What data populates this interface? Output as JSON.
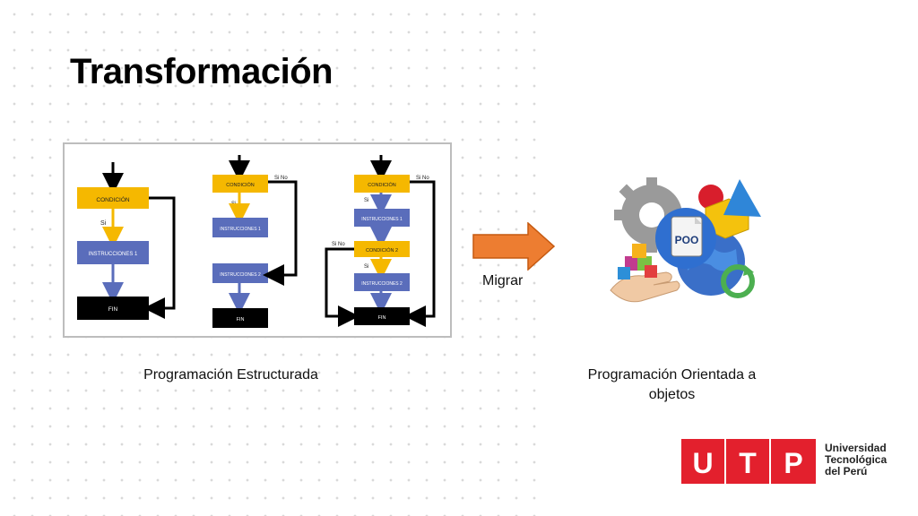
{
  "slide": {
    "title": "Transformación",
    "caption_left": "Programación Estructurada",
    "caption_right_line1": "Programación Orientada a",
    "caption_right_line2": "objetos",
    "arrow_label": "Migrar"
  },
  "flowcharts": {
    "condicion": "CONDICIÓN",
    "condicion2": "CONDICIÓN 2",
    "si": "Si",
    "si_no": "Si No",
    "instrucciones1": "INSTRUCCIONES 1",
    "instrucciones2": "INSTRUCCIONES 2",
    "fin": "FIN"
  },
  "oop": {
    "badge": "POO"
  },
  "logo": {
    "letters": [
      "U",
      "T",
      "P"
    ],
    "name_line1": "Universidad",
    "name_line2": "Tecnológica",
    "name_line3": "del Perú",
    "brand_red": "#e3202d"
  },
  "colors": {
    "condition_box": "#f5b800",
    "instruction_box": "#5a6dbb",
    "fin_box": "#000000",
    "migrar_arrow": "#ed7d31"
  }
}
